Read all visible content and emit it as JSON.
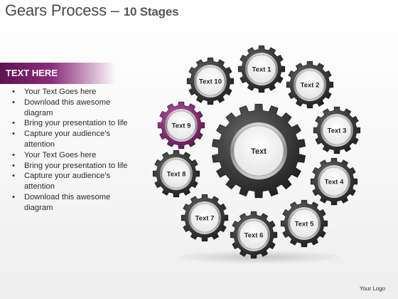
{
  "title": {
    "main": "Gears Process –",
    "sub": "10 Stages"
  },
  "banner": {
    "label": "TEXT HERE"
  },
  "bullets": [
    "Your Text Goes here",
    "Download this awesome diagram",
    "Bring your presentation to life",
    "Capture your audience’s attention",
    "Your Text Goes here",
    "Bring your presentation to life",
    "Capture your audience’s attention",
    "Download this awesome diagram"
  ],
  "gears": {
    "center": "Text",
    "stages": [
      {
        "label": "Text 1",
        "highlight": false
      },
      {
        "label": "Text 2",
        "highlight": false
      },
      {
        "label": "Text 3",
        "highlight": false
      },
      {
        "label": "Text 4",
        "highlight": false
      },
      {
        "label": "Text 5",
        "highlight": false
      },
      {
        "label": "Text 6",
        "highlight": false
      },
      {
        "label": "Text 7",
        "highlight": false
      },
      {
        "label": "Text 8",
        "highlight": false
      },
      {
        "label": "Text 9",
        "highlight": true
      },
      {
        "label": "Text 10",
        "highlight": false
      }
    ]
  },
  "colors": {
    "accent": "#8b2d7c",
    "gear": "#3a3a3a",
    "highlight_gear": "#8a2c7a"
  },
  "footer": {
    "logo": "Your Logo"
  }
}
